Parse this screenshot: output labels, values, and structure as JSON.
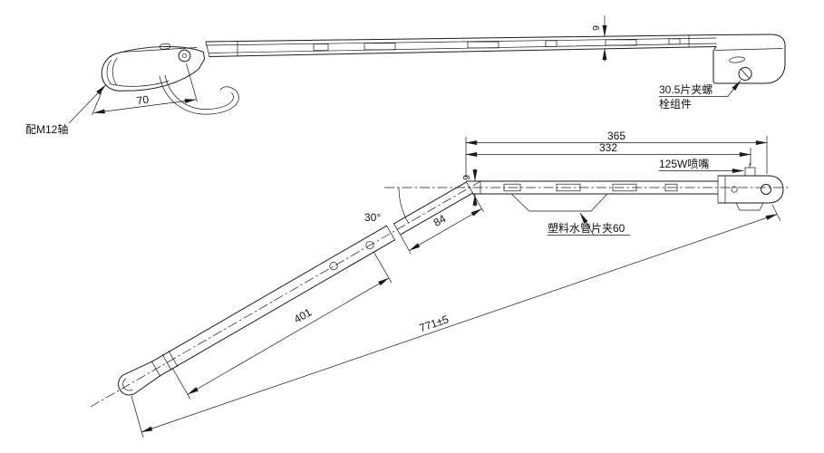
{
  "colors": {
    "line": "#1a1a1a",
    "background": "#ffffff"
  },
  "top_view": {
    "shaft_label": "配M12轴",
    "dim_hook": "70",
    "dim_thickness": "9",
    "clamp_label_line1": "30.5片夹螺",
    "clamp_label_line2": "栓组件"
  },
  "side_view": {
    "dim_365": "365",
    "dim_332": "332",
    "nozzle_label": "125W喷嘴",
    "dim_channel": "9",
    "tube_clip_label": "塑料水管片夹60",
    "angle": "30°",
    "dim_84": "84",
    "dim_401": "401",
    "dim_overall": "771±5"
  }
}
